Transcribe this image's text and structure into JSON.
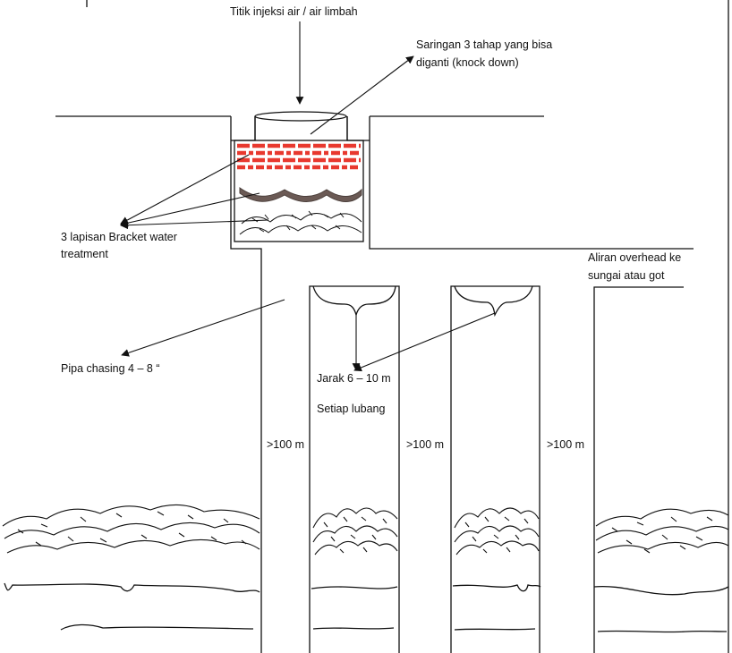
{
  "labels": {
    "injection_point": "Titik injeksi air / air limbah",
    "filter_line1": "Saringan 3 tahap yang bisa",
    "filter_line2": "diganti (knock down)",
    "bracket_line1": "3 lapisan Bracket water",
    "bracket_line2": "treatment",
    "overhead_line1": "Aliran  overhead ke",
    "overhead_line2": "sungai atau got",
    "casing_pipe": "Pipa chasing 4 – 8 “",
    "distance": "Jarak 6 – 10 m",
    "each_hole": "Setiap lubang",
    "depth_1": ">100 m",
    "depth_2": ">100 m",
    "depth_3": ">100 m"
  },
  "colors": {
    "line": "#111111",
    "filter_red": "#e8392f",
    "filter_wave": "#6b5a55"
  }
}
